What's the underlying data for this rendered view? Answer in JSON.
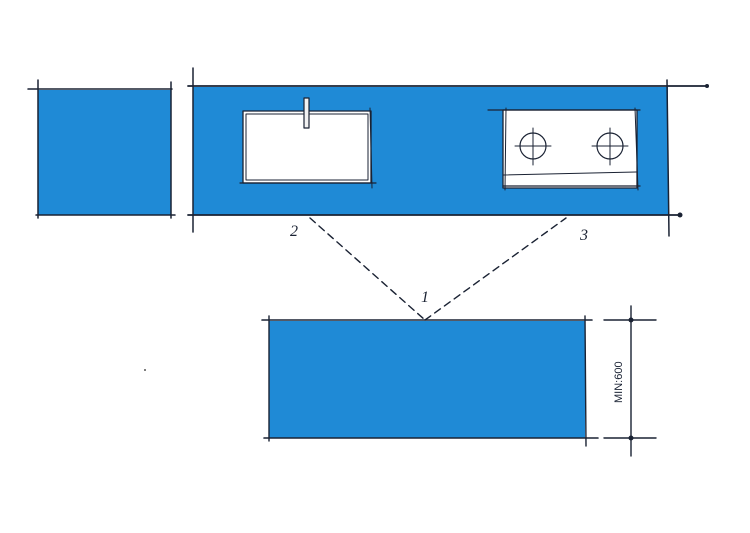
{
  "labels": {
    "point_1": "1",
    "point_2": "2",
    "point_3": "3",
    "dimension": "MIN:600"
  },
  "colors": {
    "counter_fill": "#1f8ad6",
    "ink": "#1a2233",
    "sink_fill": "#ffffff",
    "stove_fill": "#ffffff"
  },
  "icons": {
    "sink": "sink-icon",
    "faucet": "faucet-icon",
    "burner": "burner-icon"
  }
}
